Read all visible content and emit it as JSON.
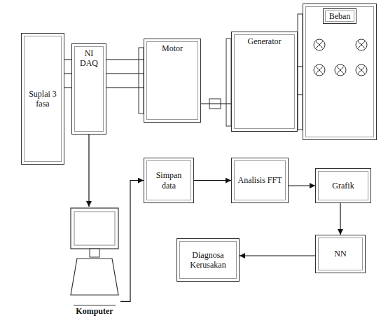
{
  "diagram": {
    "nodes": [
      {
        "text": [
          "Suplai 3 fasa"
        ]
      },
      {
        "text": [
          "NI DAQ"
        ]
      },
      {
        "text": [
          "Motor"
        ]
      },
      {
        "text": [
          "Generator"
        ]
      },
      {
        "text": [
          "Beban"
        ]
      },
      {
        "text": [
          "Komputer"
        ]
      },
      {
        "text": [
          "Simpan data"
        ]
      },
      {
        "text": [
          "Analisis FFT"
        ]
      },
      {
        "text": [
          "Grafik"
        ]
      },
      {
        "text": [
          "NN"
        ]
      },
      {
        "text": [
          "Diagnosa Kerusakan"
        ]
      }
    ],
    "edges": [
      {
        "from": 0,
        "to": 1,
        "arrow": "none"
      },
      {
        "from": 1,
        "to": 2,
        "arrow": "none"
      },
      {
        "from": 2,
        "to": 3,
        "arrow": "none"
      },
      {
        "from": 3,
        "to": 4,
        "arrow": "none"
      },
      {
        "from": 1,
        "to": 5,
        "arrow": "to"
      },
      {
        "from": 5,
        "to": 6,
        "arrow": "to"
      },
      {
        "from": 6,
        "to": 7,
        "arrow": "to"
      },
      {
        "from": 7,
        "to": 8,
        "arrow": "to"
      },
      {
        "from": 8,
        "to": 9,
        "arrow": "to"
      },
      {
        "from": 9,
        "to": 10,
        "arrow": "to"
      }
    ]
  }
}
